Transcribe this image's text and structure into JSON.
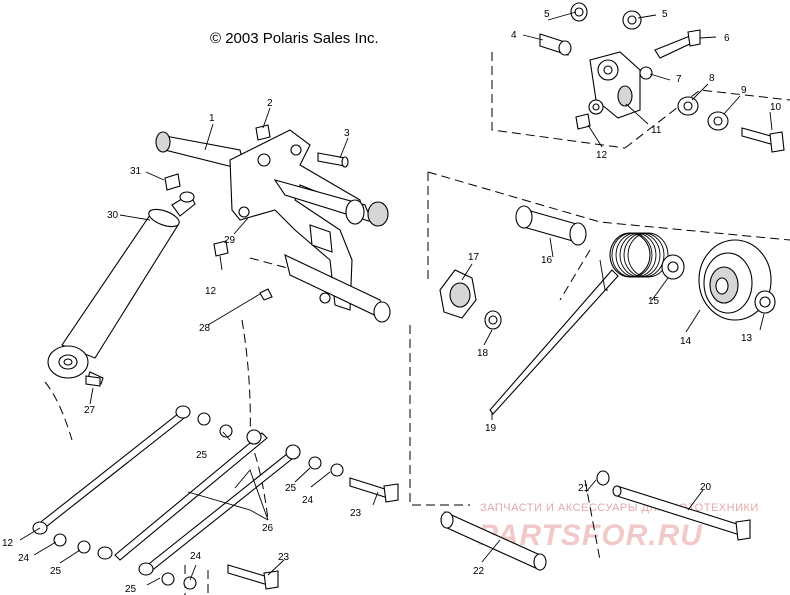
{
  "diagram": {
    "copyright": "© 2003 Polaris Sales Inc.",
    "watermark": {
      "subtitle": "ЗАПЧАСТИ И АКСЕССУАРЫ ДЛЯ МОТОТЕХНИКИ",
      "brand": "PARTSFOR.RU"
    },
    "callouts": [
      "1",
      "2",
      "3",
      "4",
      "5",
      "5",
      "6",
      "7",
      "8",
      "9",
      "10",
      "11",
      "12",
      "12",
      "12",
      "13",
      "14",
      "15",
      "16",
      "17",
      "18",
      "19",
      "20",
      "21",
      "22",
      "23",
      "23",
      "24",
      "24",
      "24",
      "25",
      "25",
      "25",
      "25",
      "26",
      "27",
      "28",
      "29",
      "30",
      "31"
    ]
  }
}
